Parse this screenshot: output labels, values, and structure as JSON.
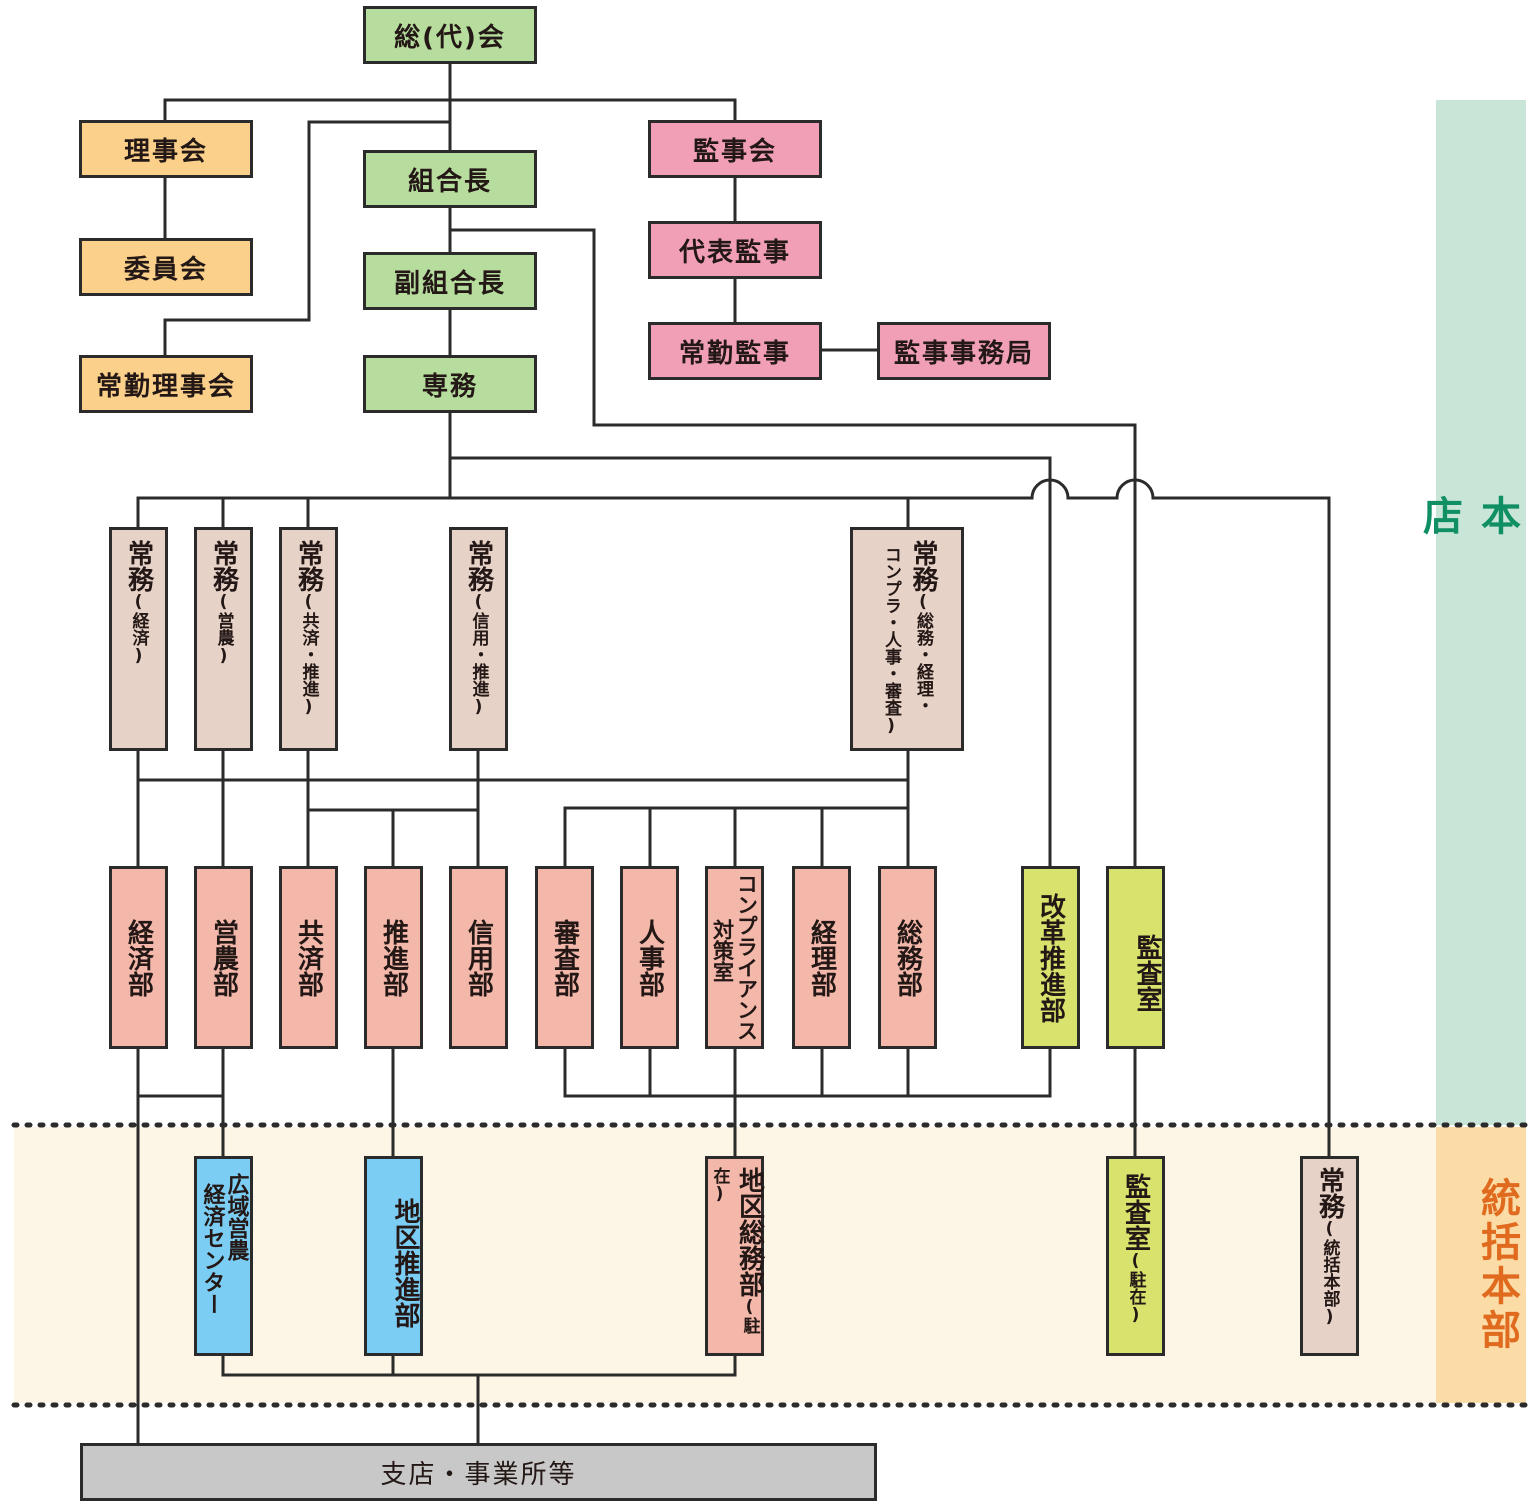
{
  "colors": {
    "executive": "#b6dc9e",
    "board": "#fbd08a",
    "audit": "#f19fb7",
    "director": "#e7d2c8",
    "department": "#f4b8ab",
    "independent": "#d7e36c",
    "regional": "#7ccdf4",
    "branch": "#c8c8c8",
    "head_office_band": "#c9e5d7",
    "regional_band": "#fdf5e6",
    "regional_label_bg": "#fbdca7",
    "head_office_label": "#0f8f63",
    "regional_label": "#e06a1e"
  },
  "bands": {
    "head_office": "本店",
    "regional_hq": "統括本部"
  },
  "top": {
    "general_assembly": "総(代)会",
    "board_of_directors": "理事会",
    "committee": "委員会",
    "full_time_board": "常勤理事会",
    "president": "組合長",
    "vice_president": "副組合長",
    "senior_director": "専務",
    "auditors_board": "監事会",
    "representative_auditor": "代表監事",
    "full_time_auditor": "常勤監事",
    "auditor_secretariat": "監事事務局"
  },
  "directors": [
    {
      "title": "常務",
      "scope": "(経済)"
    },
    {
      "title": "常務",
      "scope": "(営農)"
    },
    {
      "title": "常務",
      "scope": "(共済・推進)"
    },
    {
      "title": "常務",
      "scope": "(信用・推進)"
    },
    {
      "title": "常務",
      "scope_line1": "(総務・経理・",
      "scope_line2": "コンプラ・人事・審査)"
    }
  ],
  "departments": {
    "economy": "経済部",
    "farming": "営農部",
    "mutual_aid": "共済部",
    "promotion": "推進部",
    "credit": "信用部",
    "review": "審査部",
    "hr": "人事部",
    "compliance_line1": "コンプライアンス",
    "compliance_line2": "対策室",
    "accounting": "経理部",
    "general_affairs": "総務部",
    "reform": "改革推進部",
    "audit_office": "監査室"
  },
  "regional": {
    "wide_area_line1": "広域営農",
    "wide_area_line2": "経済センター",
    "district_promotion": "地区推進部",
    "district_general": "地区総務部",
    "district_general_note": "(駐在)",
    "audit_resident": "監査室",
    "audit_resident_note": "(駐在)",
    "director": "常務",
    "director_note": "(統括本部)"
  },
  "branches": "支店・事業所等"
}
